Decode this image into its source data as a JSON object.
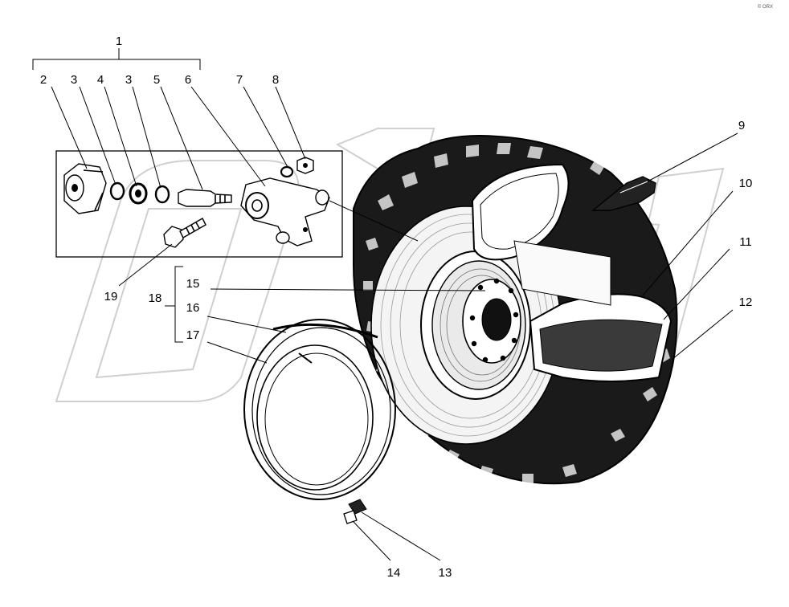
{
  "corner_mark": "© ORX",
  "labels": {
    "l1": "1",
    "l2": "2",
    "l3a": "3",
    "l4": "4",
    "l3b": "3",
    "l5": "5",
    "l6": "6",
    "l7": "7",
    "l8": "8",
    "l9": "9",
    "l10": "10",
    "l11": "11",
    "l12": "12",
    "l13": "13",
    "l14": "14",
    "l15": "15",
    "l16": "16",
    "l17": "17",
    "l18": "18",
    "l19": "19"
  },
  "watermark": "ORXI"
}
